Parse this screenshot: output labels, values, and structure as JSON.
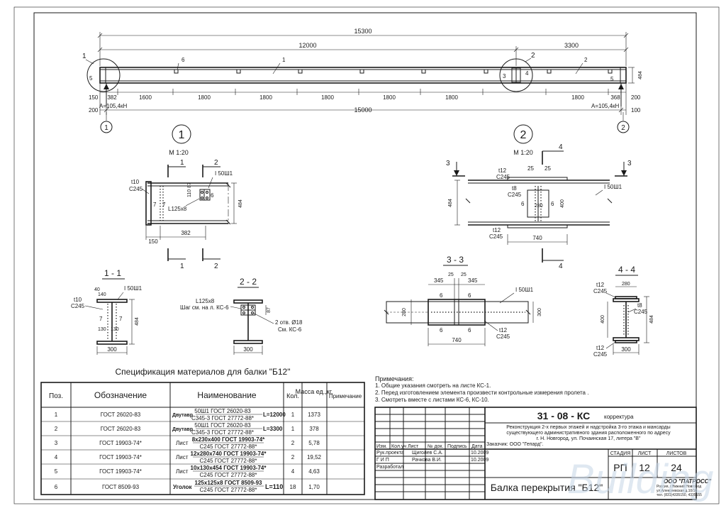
{
  "beam": {
    "dim_total": "15300",
    "dim_left": "12000",
    "dim_right": "3300",
    "dim_support": "15000",
    "dims_bottom": [
      "382",
      "1600",
      "1800",
      "1800",
      "1800",
      "1800",
      "1800",
      "1800",
      "368"
    ],
    "left_150": "150",
    "left_200": "200",
    "right_200": "200",
    "right_100": "100",
    "height_484": "484",
    "reaction_left": "A=105,4кН",
    "reaction_right": "A=105,4кН",
    "axis_1": "1",
    "axis_2": "2",
    "pos_1": "1",
    "pos_2": "2",
    "pos_3": "3",
    "pos_4": "4",
    "pos_5": "5",
    "pos_6": "6"
  },
  "node1": {
    "title": "1",
    "scale": "М 1:20",
    "cut_1": "1",
    "cut_2": "2",
    "plate_t": "t10",
    "plate_steel": "С245",
    "weld_7a": "7",
    "weld_7b": "7",
    "angle": "L125x8",
    "profile": "I 50Ш1",
    "angle_dims": "110 87",
    "pos_6": "6",
    "height": "484",
    "dim_150": "150",
    "dim_382": "382"
  },
  "node2": {
    "title": "2",
    "scale": "М 1:20",
    "cut_3": "3",
    "cut_4": "4",
    "plate_top_t": "t12",
    "plate_top_steel": "С245",
    "plate_bot_t": "t12",
    "plate_bot_steel": "С245",
    "web_t": "t8",
    "web_steel": "С245",
    "dim_25a": "25",
    "dim_25b": "25",
    "dim_280": "280",
    "dim_400": "400",
    "weld_6a": "6",
    "weld_6b": "6",
    "weld_6c": "6",
    "weld_6d": "6",
    "profile": "I 50Ш1",
    "height": "484",
    "dim_740": "740"
  },
  "sec11": {
    "title": "1 - 1",
    "plate_t": "t10",
    "plate_steel": "С245",
    "profile": "I 50Ш1",
    "dim_40": "40",
    "dim_140": "140",
    "weld_7a": "7",
    "weld_7b": "7",
    "dim_130a": "130",
    "dim_130b": "130",
    "height": "484",
    "dim_300": "300"
  },
  "sec22": {
    "title": "2 - 2",
    "angle": "L125x8",
    "step": "Шаг см. на л. КС-6",
    "dim_87": "87",
    "holes": "2 отв. Ø18",
    "holes_ref": "См. КС-6",
    "dim_300": "300"
  },
  "sec33": {
    "title": "3 - 3",
    "dim_25a": "25",
    "dim_25b": "25",
    "dim_345a": "345",
    "dim_345b": "345",
    "weld_6a": "6",
    "weld_6b": "6",
    "weld_6c": "6",
    "weld_6d": "6",
    "profile": "I 50Ш1",
    "dim_280": "280",
    "dim_300": "300",
    "plate_t": "t12",
    "plate_steel": "С245",
    "dim_740": "740"
  },
  "sec44": {
    "title": "4 - 4",
    "top_t": "t12",
    "top_steel": "С245",
    "dim_280": "280",
    "web_t": "t8",
    "web_steel": "С245",
    "dim_400": "400",
    "dim_484": "484",
    "bot_t": "t12",
    "bot_steel": "С245",
    "dim_300": "300"
  },
  "spec": {
    "title": "Спецификация материалов для балки \"Б12\"",
    "headers": [
      "Поз.",
      "Обозначение",
      "Наименование",
      "Кол.",
      "Масса ед.,кг.",
      "Примечание"
    ],
    "rows": [
      {
        "pos": "1",
        "doc": "ГОСТ 26020-83",
        "kind": "Двутавр",
        "top": "50Ш1 ГОСТ 26020-83",
        "bot": "С345-3 ГОСТ 27772-88*",
        "len": "L=12000",
        "qty": "1",
        "mass": "1373",
        "note": ""
      },
      {
        "pos": "2",
        "doc": "ГОСТ 26020-83",
        "kind": "Двутавр",
        "top": "50Ш1 ГОСТ 26020-83",
        "bot": "С345-3 ГОСТ 27772-88*",
        "len": "L=3300",
        "qty": "1",
        "mass": "378",
        "note": ""
      },
      {
        "pos": "3",
        "doc": "ГОСТ 19903-74*",
        "kind": "Лист",
        "top": "8x230x400 ГОСТ 19903-74*",
        "bot": "С245 ГОСТ 27772-88*",
        "len": "",
        "qty": "2",
        "mass": "5,78",
        "note": ""
      },
      {
        "pos": "4",
        "doc": "ГОСТ 19903-74*",
        "kind": "Лист",
        "top": "12x280x740 ГОСТ 19903-74*",
        "bot": "С245 ГОСТ 27772-88*",
        "len": "",
        "qty": "2",
        "mass": "19,52",
        "note": ""
      },
      {
        "pos": "5",
        "doc": "ГОСТ 19903-74*",
        "kind": "Лист",
        "top": "10x130x454 ГОСТ 19903-74*",
        "bot": "С245 ГОСТ 27772-88*",
        "len": "",
        "qty": "4",
        "mass": "4,63",
        "note": ""
      },
      {
        "pos": "6",
        "doc": "ГОСТ 8509-93",
        "kind": "Уголок",
        "top": "125x125x8 ГОСТ 8509-93",
        "bot": "С245 ГОСТ 27772-88*",
        "len": "L=110",
        "qty": "18",
        "mass": "1,70",
        "note": ""
      }
    ]
  },
  "notes": {
    "title": "Примечания:",
    "items": [
      "1. Общие указания смотреть на листе КС-1.",
      "2. Перед изготовлением элемента произвести контрольные измерения пролета .",
      "3. Смотреть вместе с листами КС-6, КС-10."
    ]
  },
  "stamp": {
    "code": "31 - 08 - КС",
    "code_suffix": "корректура",
    "desc_lines": [
      "Реконструкция 2-х первых этажей и надстройка 3-го этажа и мансарды",
      "существующего административного здания расположенного по адресу",
      "г. Н. Новгород, ул. Почаинская 17, литера \"В\"",
      "Заказчик: ООО \"Гепард\"."
    ],
    "col_heads": [
      "Изм.",
      "Кол.уч",
      "Лист",
      "№ док.",
      "Подпись",
      "Дата"
    ],
    "people": [
      {
        "role": "Рук.проекта",
        "name": "Щиголев С.А.",
        "date": "10.2009"
      },
      {
        "role": "Г И П",
        "name": "Рачкова В.И.",
        "date": "10.2009"
      },
      {
        "role": "Разработал",
        "name": "",
        "date": ""
      }
    ],
    "stage_head": "СТАДИЯ",
    "sheet_head": "ЛИСТ",
    "sheets_head": "ЛИСТОВ",
    "stage": "РП",
    "sheet": "12",
    "sheets": "24",
    "drawing_title": "Балка перекрытия \"Б12\"",
    "company": "ООО \"ПАТРОСС\"",
    "company_lines": [
      "Россия, г.Нижний Новгород",
      "ул.Алексеевская д.10/16",
      "тел. (831)4335150, 4335155"
    ]
  },
  "watermark": "Building"
}
